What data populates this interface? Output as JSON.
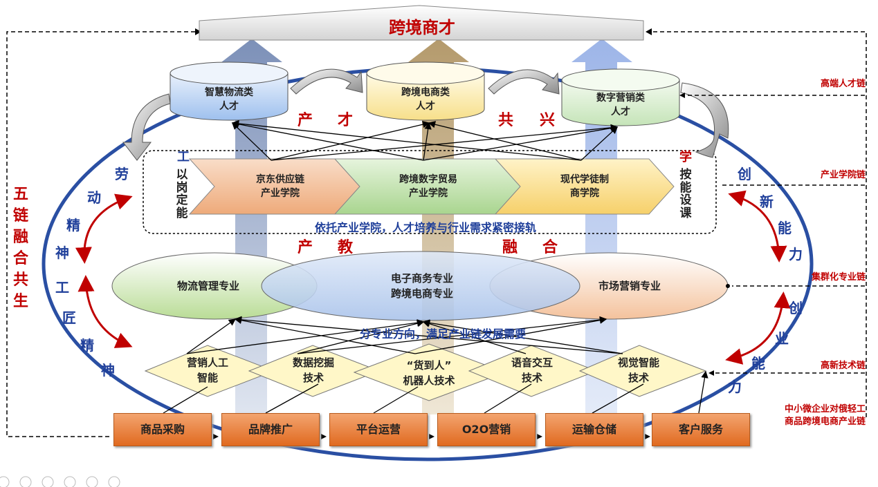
{
  "title": "跨境商才",
  "talents": [
    {
      "line1": "智慧物流类",
      "line2": "人才"
    },
    {
      "line1": "跨境电商类",
      "line2": "人才"
    },
    {
      "line1": "数字营销类",
      "line2": "人才"
    }
  ],
  "chan_cai_gong_xing": [
    "产",
    "才",
    "共",
    "兴"
  ],
  "colleges": [
    {
      "line1": "京东供应链",
      "line2": "产业学院"
    },
    {
      "line1": "跨境数字贸易",
      "line2": "产业学院"
    },
    {
      "line1": "现代学徒制",
      "line2": "商学院"
    }
  ],
  "left_vertical_inner": "以岗定能",
  "left_vertical_first": "工",
  "right_vertical_first": "学",
  "right_vertical_inner": "按能设课",
  "college_caption": "依托产业学院，人才培养与行业需求紧密接轨",
  "chan_jiao_rong_he": [
    "产",
    "教",
    "融",
    "合"
  ],
  "majors": {
    "left": "物流管理专业",
    "center_line1": "电子商务专业",
    "center_line2": "跨境电商专业",
    "right": "市场营销专业"
  },
  "majors_caption": "分专业方向，满足产业链发展需要",
  "techs": [
    {
      "line1": "营销人工",
      "line2": "智能"
    },
    {
      "line1": "数据挖掘",
      "line2": "技术"
    },
    {
      "line1": "“货到人”",
      "line2": "机器人技术"
    },
    {
      "line1": "语音交互",
      "line2": "技术"
    },
    {
      "line1": "视觉智能",
      "line2": "技术"
    }
  ],
  "chain_boxes": [
    "商品采购",
    "品牌推广",
    "平台运营",
    "O2O营销",
    "运输仓储",
    "客户服务"
  ],
  "left_big": "五链融合共生",
  "left_spirit": {
    "labor": [
      "劳",
      "动",
      "精",
      "神"
    ],
    "craft": [
      "工",
      "匠",
      "精",
      "神"
    ]
  },
  "right_spirit": {
    "innovation": [
      "创",
      "新",
      "能",
      "力"
    ],
    "entrepreneur": [
      "创",
      "业",
      "能",
      "力"
    ]
  },
  "right_labels": {
    "high_talent": "高端人才链",
    "college_chain": "产业学院链",
    "cluster_chain": "集群化专业链",
    "tech_chain": "高新技术链",
    "industry_line1": "中小微企业对俄轻工",
    "industry_line2": "商品跨境电商产业链"
  },
  "colors": {
    "red": "#c00000",
    "blue": "#1f3f9a",
    "ellipse_border": "#2a4fa3",
    "orange_box": "#e06a20"
  }
}
